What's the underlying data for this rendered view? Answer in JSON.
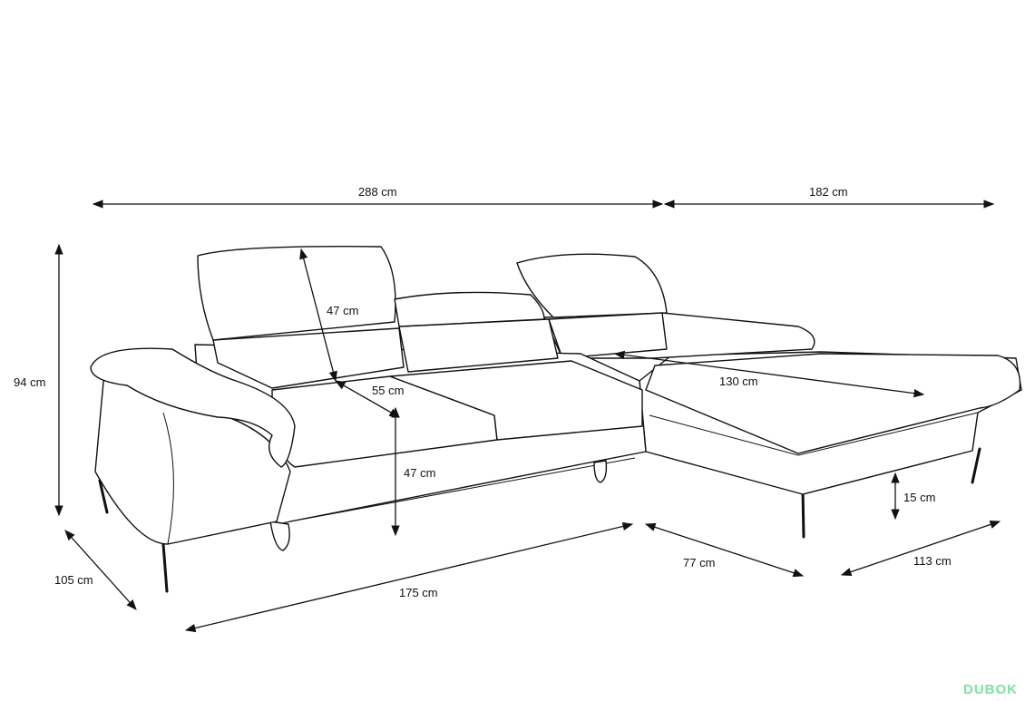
{
  "dimensions": {
    "total_width": "288 cm",
    "chaise_width": "182 cm",
    "height": "94 cm",
    "headrest_height": "47 cm",
    "seat_depth_inner": "55 cm",
    "seat_height": "47 cm",
    "depth": "105 cm",
    "bed_length": "175 cm",
    "chaise_length": "130 cm",
    "chaise_depth": "77 cm",
    "chaise_side": "113 cm",
    "leg_height": "15 cm"
  },
  "watermark": "DUBOK"
}
